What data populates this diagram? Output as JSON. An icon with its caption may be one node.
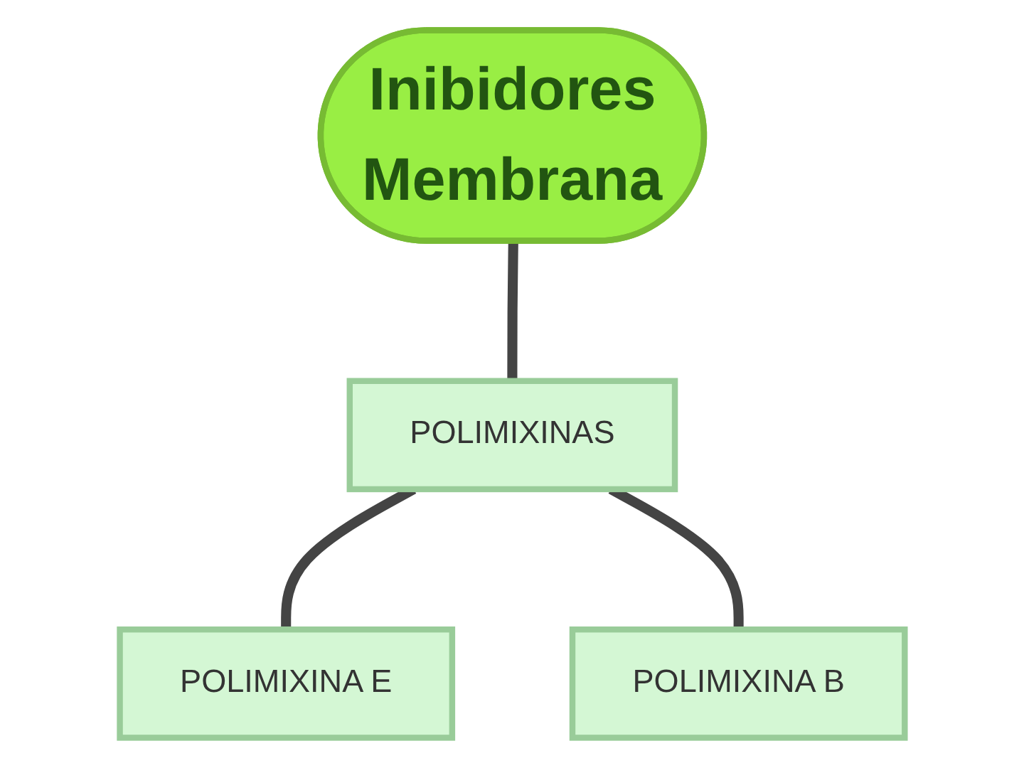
{
  "diagram": {
    "nodes": [
      {
        "text": [
          "Inibidores Membrana"
        ]
      },
      {
        "text": [
          "POLIMIXINAS"
        ]
      },
      {
        "text": [
          "POLIMIXINA E"
        ]
      },
      {
        "text": [
          "POLIMIXINA B"
        ]
      }
    ],
    "edges": [
      {
        "from": 0,
        "to": 1,
        "arrow": "none"
      },
      {
        "from": 1,
        "to": 2,
        "arrow": "none"
      },
      {
        "from": 1,
        "to": 3,
        "arrow": "none"
      }
    ]
  }
}
